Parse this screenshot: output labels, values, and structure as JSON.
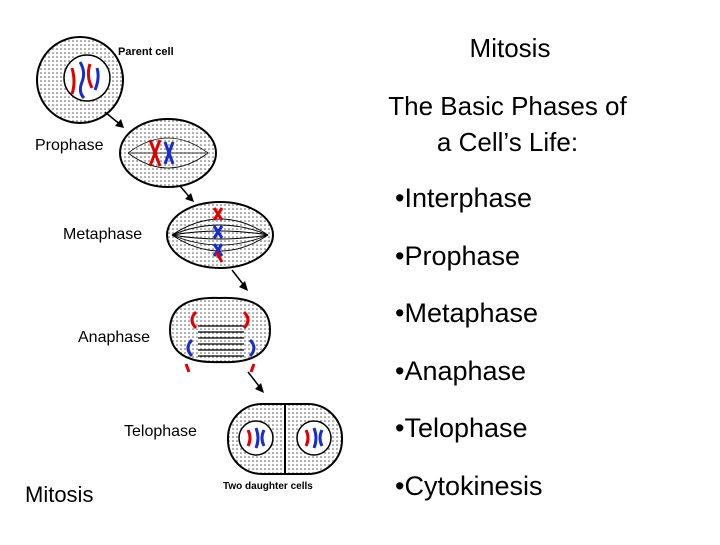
{
  "slide": {
    "title": "Mitosis",
    "subtitle_line1": "The Basic Phases of",
    "subtitle_line2": "a Cell’s Life:",
    "bullet": "•",
    "phases": [
      "Interphase",
      "Prophase",
      "Metaphase",
      "Anaphase",
      "Telophase",
      "Cytokinesis"
    ]
  },
  "diagram": {
    "labels": {
      "parent_cell": "Parent cell",
      "prophase": "Prophase",
      "metaphase": "Metaphase",
      "anaphase": "Anaphase",
      "telophase": "Telophase",
      "daughter_cells": "Two daughter cells",
      "mitosis": "Mitosis"
    },
    "colors": {
      "chromosome_red": "#e00000",
      "chromosome_blue": "#1a2cc8",
      "cell_fill": "#e2e2e2",
      "outline": "#000000"
    }
  }
}
